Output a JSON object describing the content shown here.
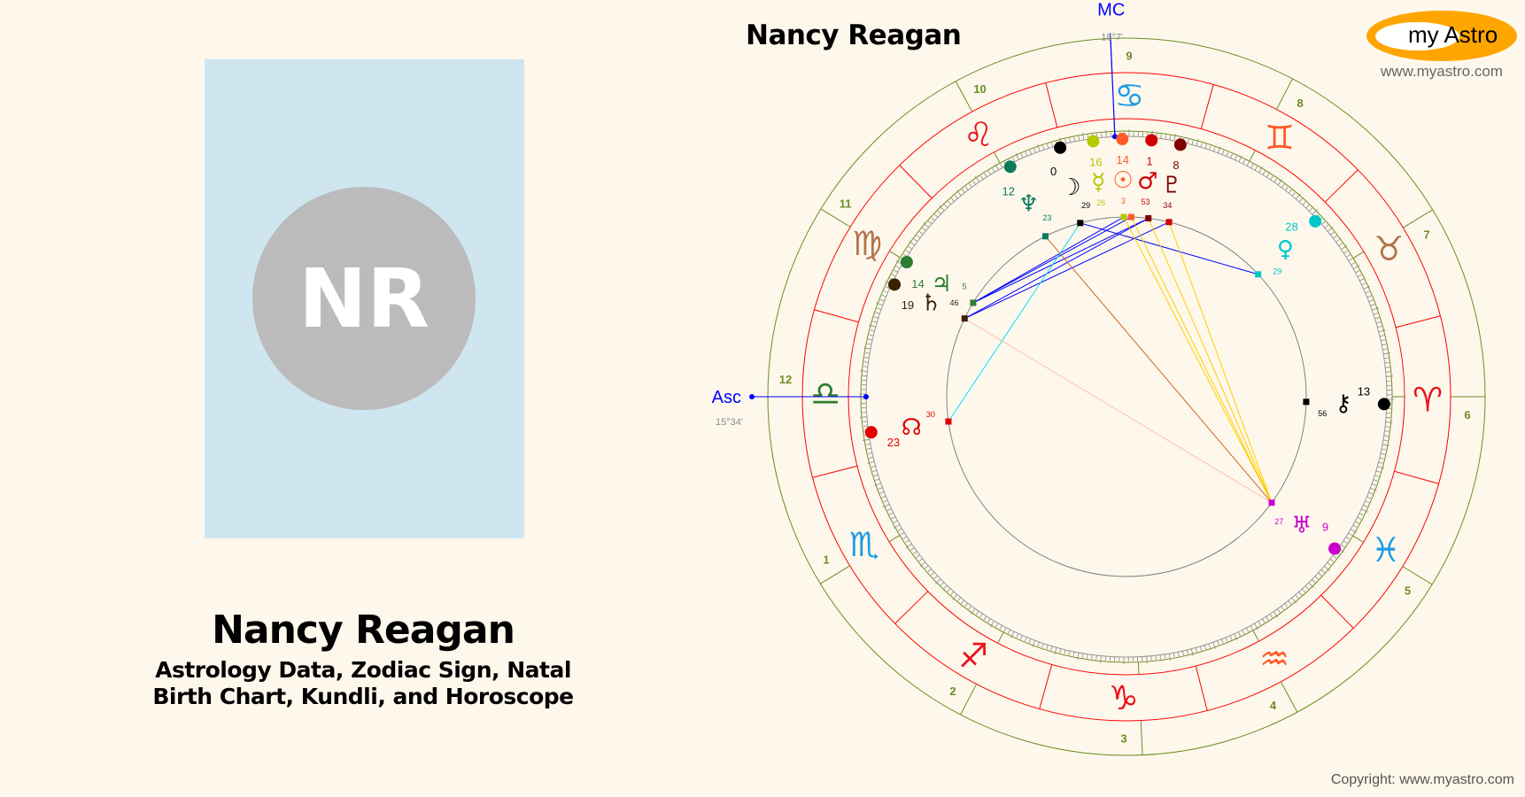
{
  "profile": {
    "initials": "NR",
    "name": "Nancy Reagan",
    "subtitle_line1": "Astrology Data, Zodiac Sign, Natal",
    "subtitle_line2": "Birth Chart, Kundli, and Horoscope"
  },
  "chart": {
    "title": "Nancy Reagan",
    "mc_label": "MC",
    "mc_degree": "18°7'",
    "asc_label": "Asc",
    "asc_degree": "15°34'",
    "house_numbers": [
      "1",
      "2",
      "3",
      "4",
      "5",
      "6",
      "7",
      "8",
      "9",
      "10",
      "11",
      "12"
    ],
    "signs": [
      {
        "name": "aries",
        "glyph": "♈",
        "color": "#e8141c"
      },
      {
        "name": "taurus",
        "glyph": "♉",
        "color": "#b4744c"
      },
      {
        "name": "gemini",
        "glyph": "♊",
        "color": "#ff5a28"
      },
      {
        "name": "cancer",
        "glyph": "♋",
        "color": "#1e9be6"
      },
      {
        "name": "leo",
        "glyph": "♌",
        "color": "#e8141c"
      },
      {
        "name": "virgo",
        "glyph": "♍",
        "color": "#b4744c"
      },
      {
        "name": "libra",
        "glyph": "♎",
        "color": "#2e7d32"
      },
      {
        "name": "scorpio",
        "glyph": "♏",
        "color": "#1e9be6"
      },
      {
        "name": "sagittarius",
        "glyph": "♐",
        "color": "#e8141c"
      },
      {
        "name": "capricorn",
        "glyph": "♑",
        "color": "#e8141c"
      },
      {
        "name": "aquarius",
        "glyph": "♒",
        "color": "#ff5a28"
      },
      {
        "name": "pisces",
        "glyph": "♓",
        "color": "#1e9be6"
      }
    ],
    "planets": [
      {
        "name": "mercury",
        "glyph": "☿",
        "deg": "16",
        "min": "26",
        "color": "#b5c800"
      },
      {
        "name": "sun",
        "glyph": "☉",
        "deg": "14",
        "min": "3",
        "color": "#ff5a28"
      },
      {
        "name": "mars",
        "glyph": "♂",
        "deg": "1",
        "min": "53",
        "color": "#d00000"
      },
      {
        "name": "pluto",
        "glyph": "♇",
        "deg": "8",
        "min": "34",
        "color": "#800000"
      },
      {
        "name": "moon",
        "glyph": "☽",
        "deg": "0",
        "min": "29",
        "color": "#000000"
      },
      {
        "name": "neptune",
        "glyph": "♆",
        "deg": "12",
        "min": "23",
        "color": "#0b7a5a"
      },
      {
        "name": "jupiter",
        "glyph": "♃",
        "deg": "14",
        "min": "5",
        "color": "#2e7d32"
      },
      {
        "name": "saturn",
        "glyph": "♄",
        "deg": "19",
        "min": "46",
        "color": "#3b2000"
      },
      {
        "name": "node",
        "glyph": "☊",
        "deg": "23",
        "min": "30",
        "color": "#e00000"
      },
      {
        "name": "chiron",
        "glyph": "⚷",
        "deg": "13",
        "min": "56",
        "color": "#000000"
      },
      {
        "name": "uranus",
        "glyph": "♅",
        "deg": "9",
        "min": "27",
        "color": "#cc00cc"
      },
      {
        "name": "venus",
        "glyph": "♀",
        "deg": "28",
        "min": "29",
        "color": "#00c8c8"
      }
    ],
    "colors": {
      "ring": "#6b8e23",
      "house_line": "#ff0000",
      "axis": "#0000ff",
      "inner_circle": "#808080"
    }
  },
  "logo": {
    "my": "my",
    "astro": "Astro",
    "site": "www.myastro.com"
  },
  "footer": {
    "copyright": "Copyright: www.myastro.com"
  }
}
